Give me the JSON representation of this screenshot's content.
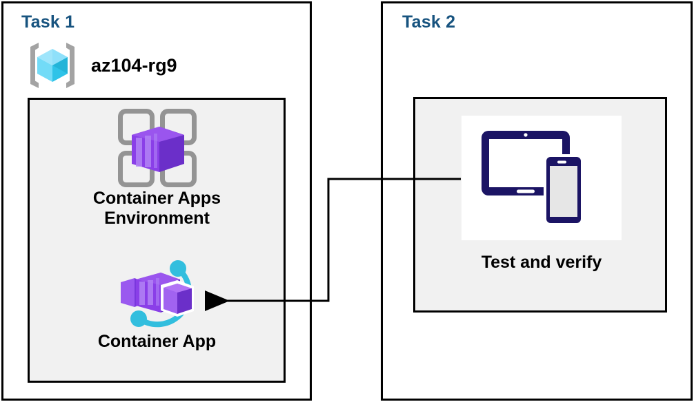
{
  "diagram": {
    "title": "Azure Container Apps task diagram",
    "background_color": "#ffffff",
    "line_color": "#000000",
    "panel_border_color": "#000000",
    "group_fill_color": "#f1f1f1",
    "heading_color": "#17537f"
  },
  "tasks": [
    {
      "id": "task1",
      "title": "Task 1",
      "resource_group": {
        "name": "az104-rg9",
        "icon": "azure-resource-group-icon",
        "icon_colors": {
          "bracket": "#a3a3a3",
          "cube_light": "#9fe5fb",
          "cube_mid": "#50d9f5",
          "cube_dark": "#23b4d8"
        }
      },
      "nodes": [
        {
          "id": "container-apps-environment",
          "label": "Container Apps\nEnvironment",
          "icon": "container-apps-environment-icon",
          "icon_colors": {
            "frame": "#949494",
            "box_light": "#a663f0",
            "box_mid": "#8a3fe8",
            "box_dark": "#6b2fc9"
          }
        },
        {
          "id": "container-app",
          "label": "Container App",
          "icon": "container-app-icon",
          "icon_colors": {
            "ring": "#32bede",
            "box_light": "#a163f0",
            "box_mid": "#8a3fe8",
            "box_dark": "#6b2fc9"
          }
        }
      ]
    },
    {
      "id": "task2",
      "title": "Task 2",
      "nodes": [
        {
          "id": "test-and-verify",
          "label": "Test and verify",
          "icon": "devices-tablet-phone-icon",
          "icon_colors": {
            "device": "#1b1464",
            "screen": "#e6e6e6",
            "tile": "#ffffff"
          }
        }
      ]
    }
  ],
  "connectors": [
    {
      "id": "verify-to-container-app",
      "from": "test-and-verify",
      "to": "container-app",
      "arrowhead": "at-target",
      "style": "orthogonal",
      "color": "#000000"
    }
  ]
}
